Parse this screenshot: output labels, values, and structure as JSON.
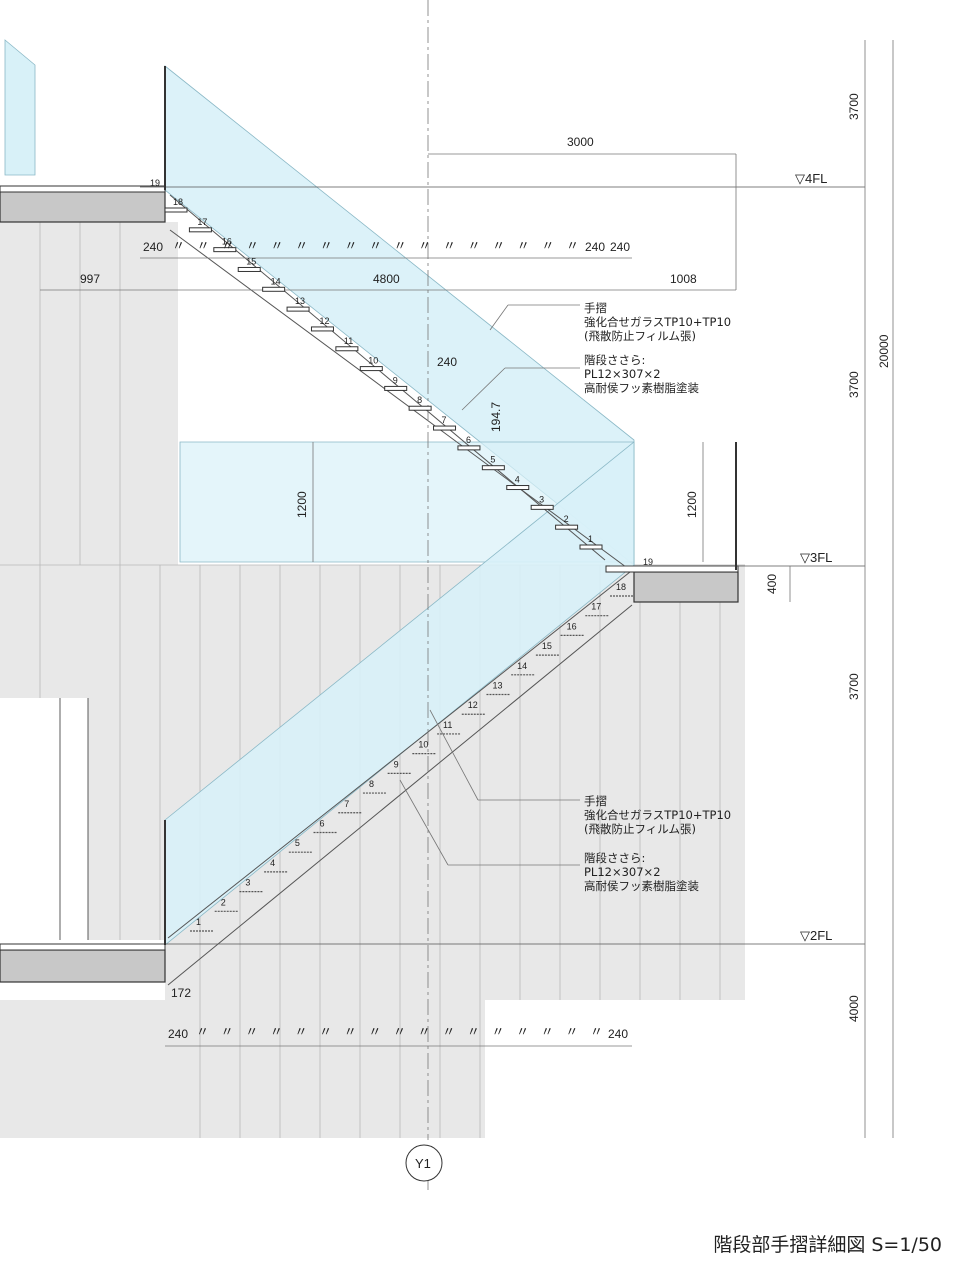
{
  "caption": "階段部手摺詳細図 S=1/50",
  "grid_label": "Y1",
  "levels": [
    "▽4FL",
    "▽3FL",
    "▽2FL"
  ],
  "dims_right": [
    "3700",
    "3700",
    "3700",
    "4000"
  ],
  "dim_total": "20000",
  "dims": {
    "d3000": "3000",
    "d997": "997",
    "d4800": "4800",
    "d1008": "1008",
    "d240_upper_left": "240",
    "d240_upper_r1": "240",
    "d240_upper_r2": "240",
    "d240_mid": "240",
    "d194_7": "194.7",
    "d1200_left": "1200",
    "d1200_right": "1200",
    "d400": "400",
    "d172": "172",
    "d240_lower_left": "240",
    "d240_lower_right": "240",
    "d19_top": "19",
    "d19_mid": "19"
  },
  "ditto_mark": "〃",
  "notes": {
    "upper_handrail": [
      "手摺",
      "強化合せガラスTP10+TP10",
      "(飛散防止フィルム張)"
    ],
    "upper_stringer": [
      "階段ささら:",
      "PL12×307×2",
      "高耐侯フッ素樹脂塗装"
    ],
    "lower_handrail": [
      "手摺",
      "強化合せガラスTP10+TP10",
      "(飛散防止フィルム張)"
    ],
    "lower_stringer": [
      "階段ささら:",
      "PL12×307×2",
      "高耐侯フッ素樹脂塗装"
    ]
  },
  "upper_flight_steps": [
    "18",
    "17",
    "16",
    "15",
    "14",
    "13",
    "12",
    "11",
    "10",
    "9",
    "8",
    "7",
    "6",
    "5",
    "4",
    "3",
    "2",
    "1"
  ],
  "lower_flight_steps": [
    "18",
    "17",
    "16",
    "15",
    "14",
    "13",
    "12",
    "11",
    "10",
    "9",
    "8",
    "7",
    "6",
    "5",
    "4",
    "3",
    "2",
    "1"
  ],
  "colors": {
    "glass": "#d8f1f8",
    "wall": "#e8e8e8",
    "line": "#333333"
  }
}
